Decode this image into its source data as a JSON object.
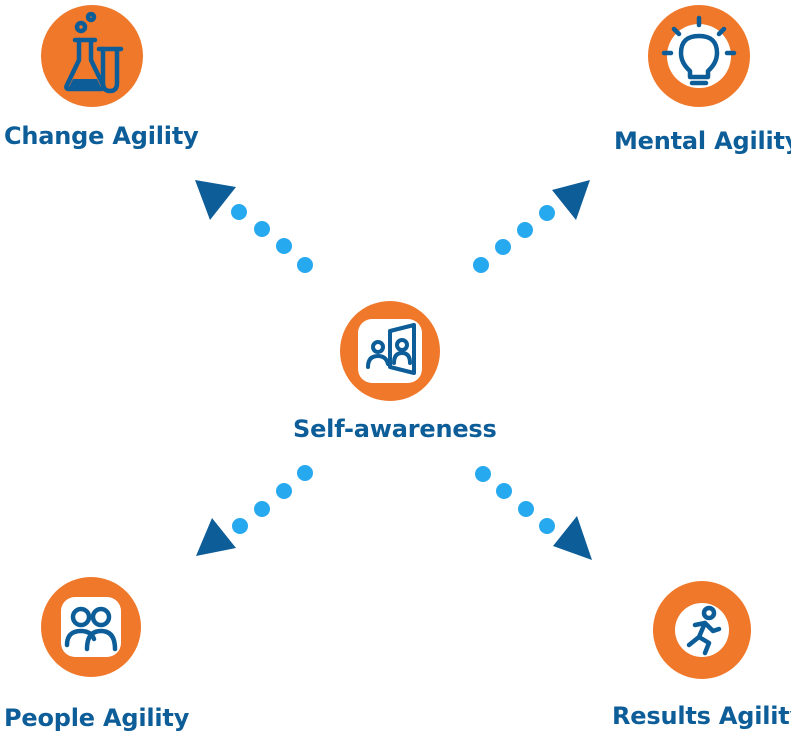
{
  "colors": {
    "circle": "#f0782b",
    "circle_inner": "#ffffff",
    "icon": "#0d5d99",
    "label": "#0d5d99",
    "dots": "#27a9ef",
    "arrowhead": "#0d5d99"
  },
  "nodes": {
    "center": {
      "label": "Self-awareness",
      "icon": "mirror-reflection-icon"
    },
    "top_left": {
      "label": "Change Agility",
      "icon": "lab-flask-icon"
    },
    "top_right": {
      "label": "Mental Agility",
      "icon": "lightbulb-icon"
    },
    "bottom_left": {
      "label": "People Agility",
      "icon": "people-icon"
    },
    "bottom_right": {
      "label": "Results Agility",
      "icon": "running-person-icon"
    }
  }
}
